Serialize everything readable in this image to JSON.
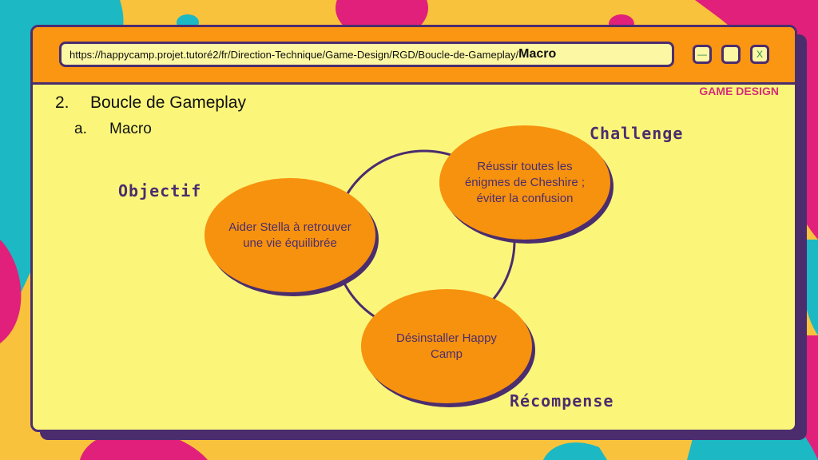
{
  "browser": {
    "url_path": "https://happycamp.projet.tutoré2/fr/Direction-Technique/Game-Design/RGD/Boucle-de-Gameplay/",
    "url_last": "Macro",
    "minimize_label": "—",
    "maximize_label": "",
    "close_label": "X"
  },
  "slide": {
    "section_tag": "GAME DESIGN",
    "heading_num": "2.",
    "heading": "Boucle de Gameplay",
    "subheading_num": "a.",
    "subheading": "Macro"
  },
  "loop": {
    "objectif_label": "Objectif",
    "challenge_label": "Challenge",
    "recompense_label": "Récompense",
    "objectif_text": "Aider Stella à retrouver une vie équilibrée",
    "challenge_text": "Réussir toutes les énigmes de Cheshire ; éviter la confusion",
    "recompense_text": "Désinstaller Happy Camp"
  },
  "colors": {
    "background": "#f9c23c",
    "teal": "#1cb8c4",
    "pink": "#e0207a",
    "purple": "#4b2d6e",
    "orange": "#f7920e",
    "window": "#fbf67a",
    "accent_pink": "#d62e78"
  }
}
